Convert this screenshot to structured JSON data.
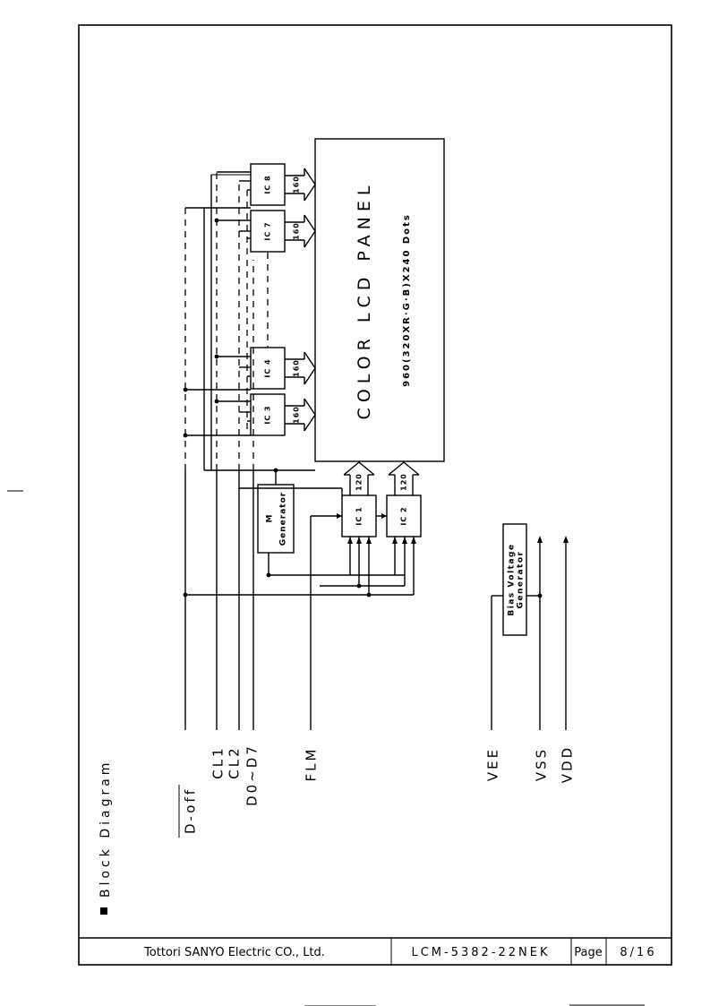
{
  "section_heading": "Block Diagram",
  "panel": {
    "title": "COLOR LCD PANEL",
    "subtitle": "960(320XR·G·B)X240 Dots"
  },
  "driver_ics": [
    {
      "label": "IC 8",
      "bus": "160"
    },
    {
      "label": "IC 7",
      "bus": "160"
    },
    {
      "label": "IC 4",
      "bus": "160"
    },
    {
      "label": "IC 3",
      "bus": "160"
    }
  ],
  "scan_ics": [
    {
      "label": "IC 1",
      "bus": "120"
    },
    {
      "label": "IC 2",
      "bus": "120"
    }
  ],
  "m_generator": {
    "line1": "M",
    "line2": "Generator"
  },
  "bias_generator": {
    "line1": "Bias Voltage",
    "line2": "Generator"
  },
  "signals": [
    "D-off",
    "CL1",
    "CL2",
    "D0~D7",
    "FLM",
    "VEE",
    "VSS",
    "VDD"
  ],
  "footer": {
    "company": "Tottori SANYO Electric CO., Ltd.",
    "model": "LCM-5382-22NEK",
    "page_label": "Page",
    "page_value": "8/16"
  }
}
